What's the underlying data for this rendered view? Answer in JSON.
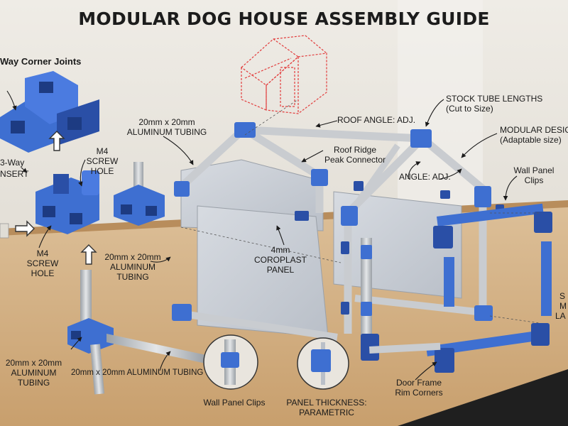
{
  "title": "MODULAR DOG HOUSE ASSEMBLY GUIDE",
  "colors": {
    "joint": "#3e6fd1",
    "joint_dark": "#2a4fa6",
    "tube": "#c9ccd0",
    "panel": "#c7ccd4",
    "wireframe": "#e23c3c",
    "table": "#d6b48a"
  },
  "labels": {
    "corner_joints": "Way Corner Joints",
    "three_way": "3-Way",
    "insert": "NSERT",
    "m4_top_1": "M4",
    "m4_top_2": "SCREW",
    "m4_top_3": "HOLE",
    "m4_bottom_1": "M4",
    "m4_bottom_2": "SCREW",
    "m4_bottom_3": "HOLE",
    "tubing_top_1": "20mm x 20mm",
    "tubing_top_2": "ALUMINUM TUBING",
    "tubing_mid_1": "20mm x 20mm",
    "tubing_mid_2": "ALUMINUM",
    "tubing_mid_3": "TUBING",
    "tubing_left_1": "20mm x 20mm",
    "tubing_left_2": "ALUMINUM",
    "tubing_left_3": "TUBING",
    "tubing_bottom": "20mm x 20mm ALUMINUM TUBING",
    "roof_angle": "ROOF ANGLE: ADJ.",
    "ridge_1": "Roof Ridge",
    "ridge_2": "Peak Connector",
    "stock_1": "STOCK TUBE LENGTHS",
    "stock_2": "(Cut to Size)",
    "modular_1": "MODULAR DESIG",
    "modular_2": "(Adaptable size)",
    "angle": "ANGLE: ADJ.",
    "wall_clips_1": "Wall Panel",
    "wall_clips_2": "Clips",
    "panel_1": "4mm",
    "panel_2": "COROPLAST",
    "panel_3": "PANEL",
    "wall_clips_bottom": "Wall Panel Clips",
    "thickness_1": "PANEL THICKNESS:",
    "thickness_2": "PARAMETRIC",
    "door_1": "Door Frame",
    "door_2": "Rim Corners",
    "edge_1": "S",
    "edge_2": "M",
    "edge_3": "LA"
  }
}
